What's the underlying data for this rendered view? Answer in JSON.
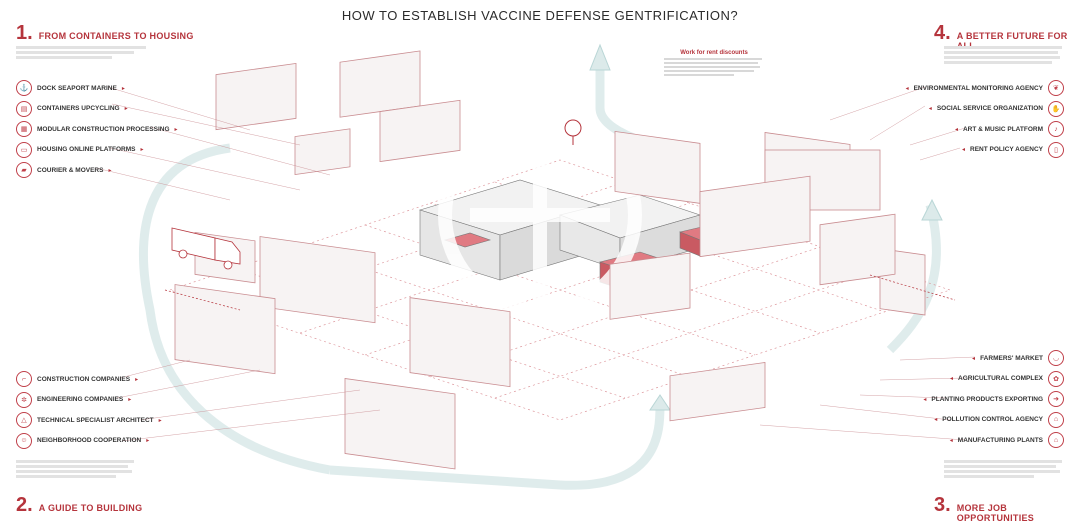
{
  "title": "HOW TO ESTABLISH VACCINE DEFENSE GENTRIFICATION?",
  "sections": {
    "s1": {
      "num": "1.",
      "label": "FROM CONTAINERS TO HOUSING"
    },
    "s2": {
      "num": "2.",
      "label": "A GUIDE TO BUILDING"
    },
    "s3": {
      "num": "3.",
      "label": "MORE JOB OPPORTUNITIES"
    },
    "s4": {
      "num": "4.",
      "label": "A BETTER FUTURE FOR ALL"
    }
  },
  "left_top_items": [
    {
      "label": "DOCK SEAPORT MARINE",
      "icon": "anchor-icon"
    },
    {
      "label": "CONTAINERS UPCYCLING",
      "icon": "container-icon"
    },
    {
      "label": "MODULAR CONSTRUCTION PROCESSING",
      "icon": "modules-icon"
    },
    {
      "label": "HOUSING ONLINE PLATFORMS",
      "icon": "laptop-icon"
    },
    {
      "label": "COURIER & MOVERS",
      "icon": "truck-icon"
    }
  ],
  "left_bottom_items": [
    {
      "label": "CONSTRUCTION COMPANIES",
      "icon": "crane-icon"
    },
    {
      "label": "ENGINEERING COMPANIES",
      "icon": "gear-icon"
    },
    {
      "label": "TECHNICAL SPECIALIST ARCHITECT",
      "icon": "compass-icon"
    },
    {
      "label": "NEIGHBORHOOD COOPERATION",
      "icon": "people-icon"
    }
  ],
  "right_top_items": [
    {
      "label": "ENVIRONMENTAL MONITORING AGENCY",
      "icon": "leaf-icon"
    },
    {
      "label": "SOCIAL SERVICE ORGANIZATION",
      "icon": "hands-icon"
    },
    {
      "label": "ART & MUSIC PLATFORM",
      "icon": "music-icon"
    },
    {
      "label": "RENT POLICY AGENCY",
      "icon": "document-icon"
    }
  ],
  "right_bottom_items": [
    {
      "label": "FARMERS' MARKET",
      "icon": "basket-icon"
    },
    {
      "label": "AGRICULTURAL COMPLEX",
      "icon": "plant-icon"
    },
    {
      "label": "PLANTING PRODUCTS EXPORTING",
      "icon": "export-icon"
    },
    {
      "label": "POLLUTION CONTROL AGENCY",
      "icon": "factory-icon"
    },
    {
      "label": "MANUFACTURING PLANTS",
      "icon": "factory-icon"
    }
  ],
  "callout_title": "Work for rent discounts",
  "accent_color": "#b5343c",
  "grid_color": "#d98a90"
}
